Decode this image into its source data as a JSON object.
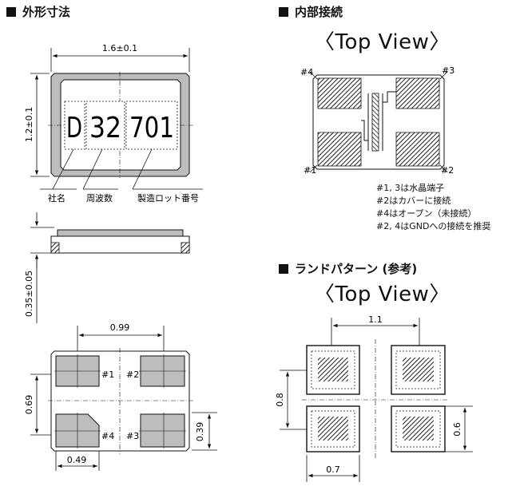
{
  "sections": {
    "dimensions_title": "外形寸法",
    "internal_title": "内部接続",
    "internal_view": "〈Top View〉",
    "land_title": "ランドパターン (参考)",
    "land_view": "〈Top View〉"
  },
  "outline": {
    "width_dim": "1.6±0.1",
    "height_dim": "1.2±0.1",
    "thickness_dim": "0.35±0.05",
    "marking": [
      "D",
      "32",
      "701"
    ],
    "label_company": "社名",
    "label_frequency": "周波数",
    "label_lot": "製造ロット番号",
    "pad_pitch_x": "0.99",
    "pad_pitch_y": "0.69",
    "pad_height": "0.39",
    "pad_width": "0.49",
    "pins": [
      "#1",
      "#2",
      "#3",
      "#4"
    ]
  },
  "internal": {
    "pins": [
      "#1",
      "#2",
      "#3",
      "#4"
    ],
    "notes": [
      "#1, 3は水晶端子",
      "#2はカバーに接続",
      "#4はオープン（未接続）",
      "#2, 4はGNDへの接続を推奨"
    ]
  },
  "land": {
    "pitch_x": "1.1",
    "pitch_y": "0.8",
    "pad_height": "0.6",
    "pad_width": "0.7"
  }
}
